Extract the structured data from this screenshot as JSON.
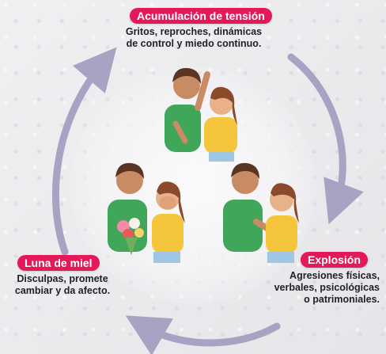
{
  "colors": {
    "pill": "#e3195a",
    "arrow": "#a7a3c2",
    "text": "#1f1f26"
  },
  "stages": {
    "tension": {
      "title": "Acumulación de tensión",
      "description": "Gritos, reproches, dinámicas\nde control y miedo continuo."
    },
    "explosion": {
      "title": "Explosión",
      "description": "Agresiones físicas,\nverbales, psicológicas\no patrimoniales."
    },
    "honeymoon": {
      "title": "Luna de miel",
      "description": "Disculpas, promete\ncambiar y da afecto."
    }
  },
  "icons": [
    "cycle-arrow-top-left",
    "cycle-arrow-right",
    "cycle-arrow-bottom"
  ]
}
